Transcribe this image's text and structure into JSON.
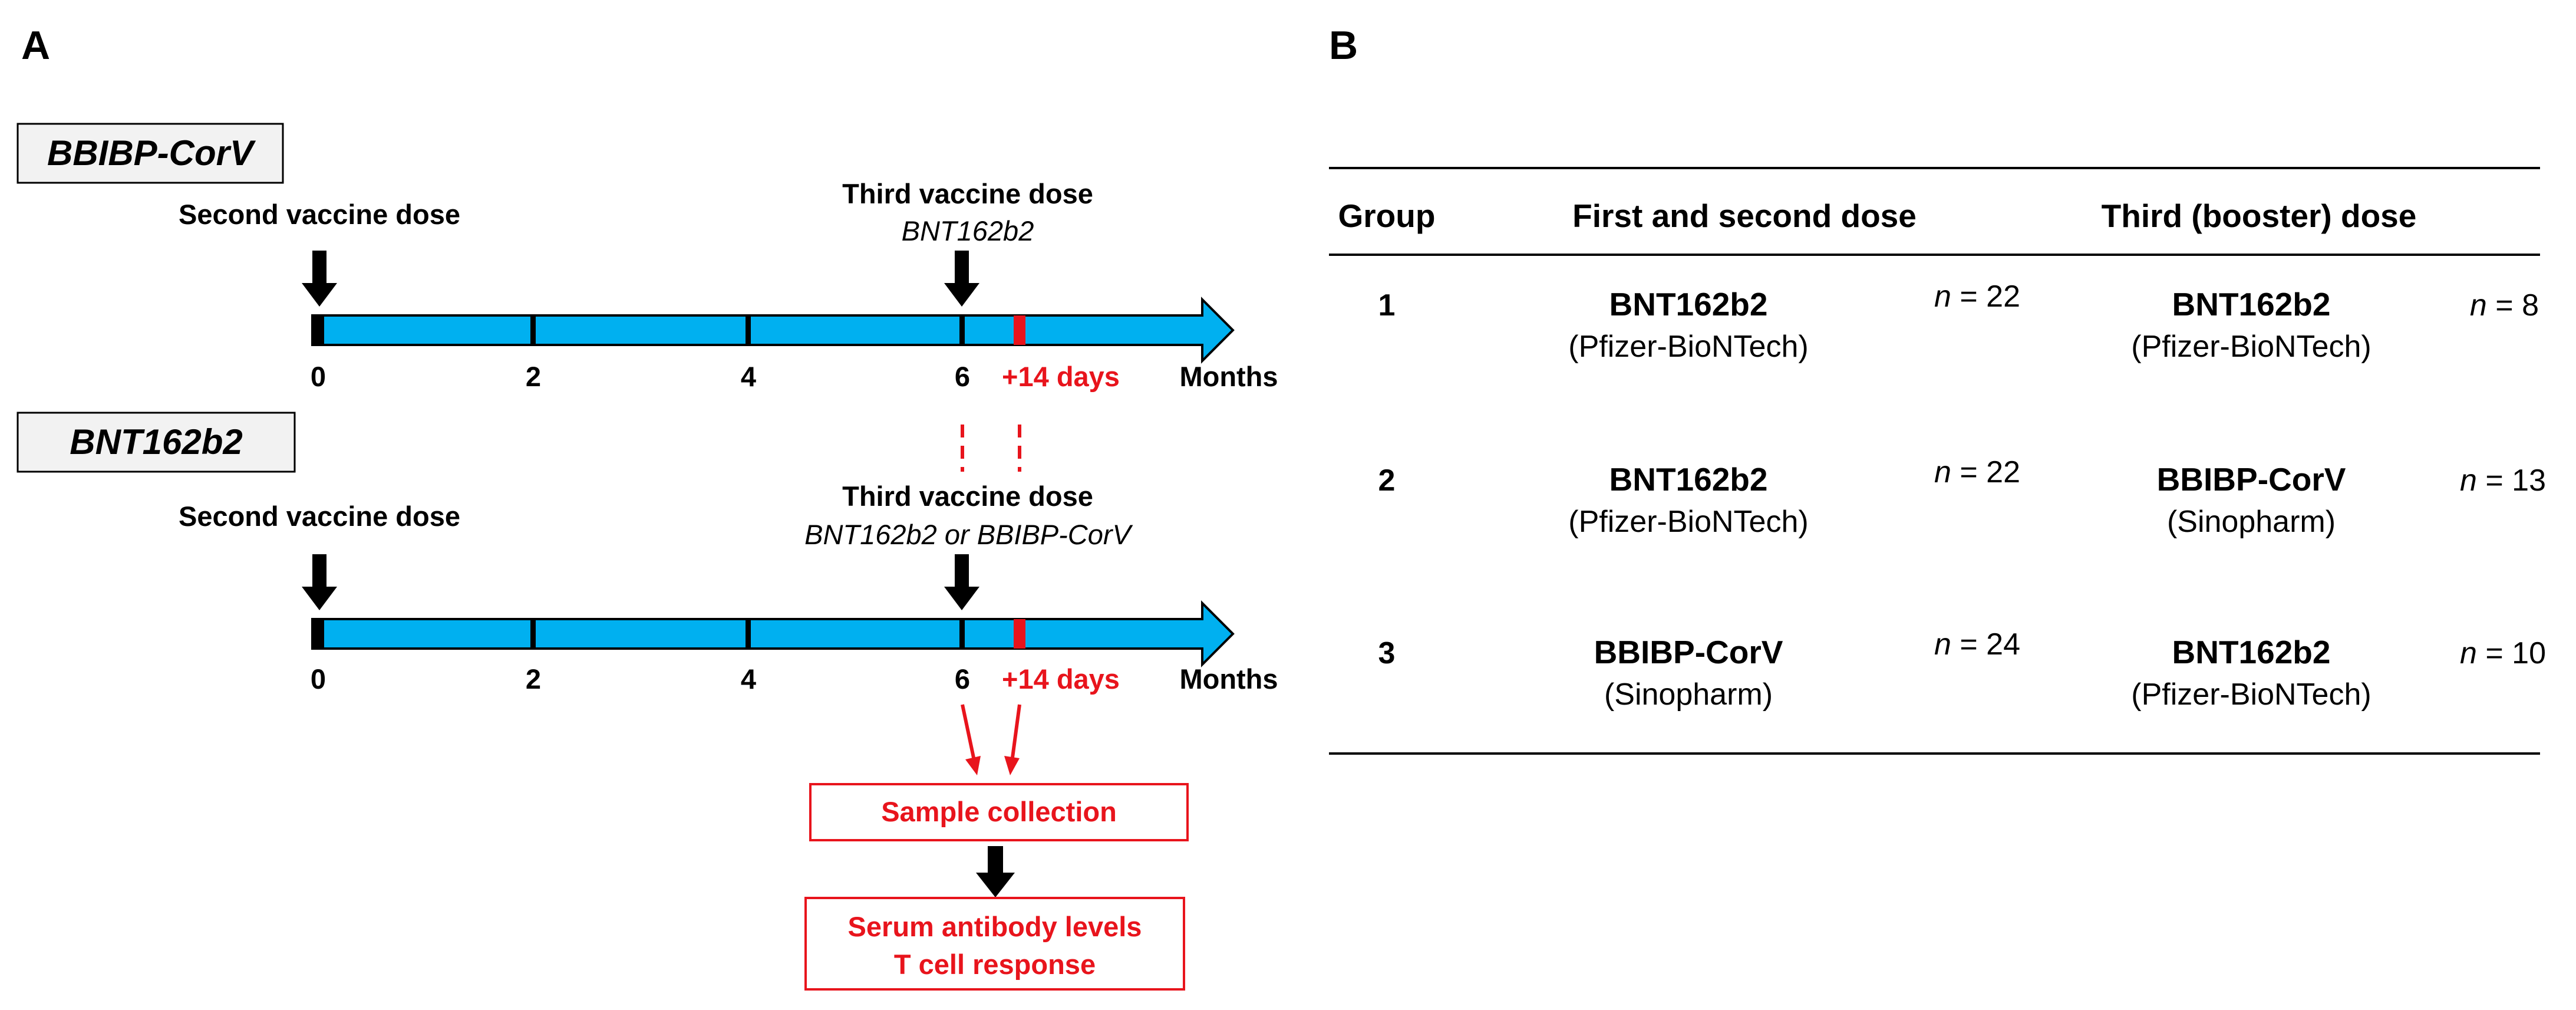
{
  "panel_a": {
    "label": "A",
    "timeline1": {
      "group_label": "BBIBP-CorV",
      "second_dose_label": "Second vaccine dose",
      "third_dose_label": "Third vaccine dose",
      "third_dose_vaccine": "BNT162b2",
      "ticks": [
        "0",
        "2",
        "4",
        "6"
      ],
      "plus_days": "+14 days",
      "axis_unit": "Months"
    },
    "timeline2": {
      "group_label": "BNT162b2",
      "second_dose_label": "Second vaccine dose",
      "third_dose_label": "Third vaccine dose",
      "third_dose_vaccine": "BNT162b2 or BBIBP-CorV",
      "ticks": [
        "0",
        "2",
        "4",
        "6"
      ],
      "plus_days": "+14 days",
      "axis_unit": "Months"
    },
    "sample_box": "Sample collection",
    "result_box": {
      "line1": "Serum antibody levels",
      "line2": "T cell response"
    },
    "colors": {
      "timeline_fill": "#00b0f0",
      "accent_red": "#e8141c",
      "label_box_fill": "#f2f2f2"
    }
  },
  "panel_b": {
    "label": "B",
    "headers": {
      "group": "Group",
      "first_second": "First and second dose",
      "third": "Third (booster) dose"
    },
    "rows": [
      {
        "group": "1",
        "first_vaccine": "BNT162b2",
        "first_maker": "(Pfizer-BioNTech)",
        "first_n": "22",
        "third_vaccine": "BNT162b2",
        "third_maker": "(Pfizer-BioNTech)",
        "third_n": "8"
      },
      {
        "group": "2",
        "first_vaccine": "BNT162b2",
        "first_maker": "(Pfizer-BioNTech)",
        "first_n": "22",
        "third_vaccine": "BBIBP-CorV",
        "third_maker": "(Sinopharm)",
        "third_n": "13"
      },
      {
        "group": "3",
        "first_vaccine": "BBIBP-CorV",
        "first_maker": "(Sinopharm)",
        "first_n": "24",
        "third_vaccine": "BNT162b2",
        "third_maker": "(Pfizer-BioNTech)",
        "third_n": "10"
      }
    ],
    "n_symbol": "n",
    "n_equals": " = "
  }
}
